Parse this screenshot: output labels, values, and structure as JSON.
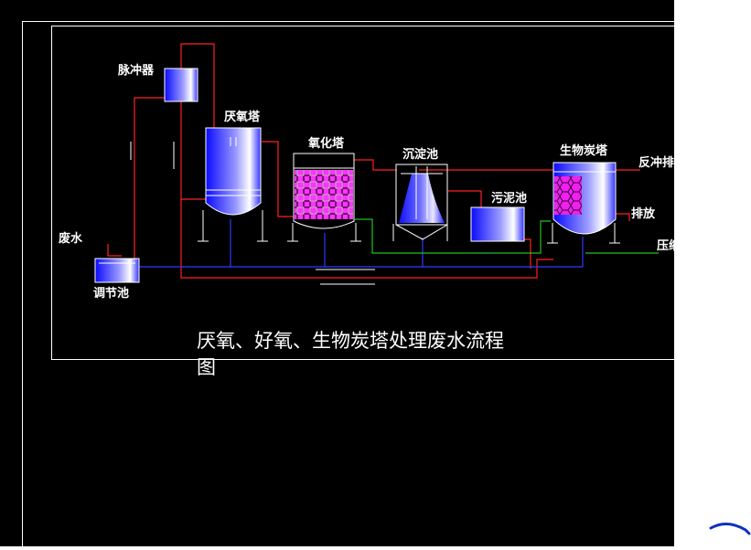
{
  "diagram": {
    "caption_line1": "厌氧、好氧、生物炭塔处理废水流程",
    "caption_line2": "图",
    "labels": {
      "pulser": "脉冲器",
      "anaerobic_tower": "厌氧塔",
      "oxidation_tower": "氧化塔",
      "sedimentation_tank": "沉淀池",
      "sludge_tank": "污泥池",
      "bio_carbon_tower": "生物炭塔",
      "backwash": "反冲排",
      "discharge": "排放",
      "wastewater": "废水",
      "regulating_tank": "调节池",
      "compressed": "压缩"
    },
    "colors": {
      "background": "#000000",
      "frame": "#ffffff",
      "pipe_red": "#ff2020",
      "pipe_blue": "#2a3cff",
      "pipe_green": "#20c020",
      "vessel_gradient_start": "#1010ff",
      "vessel_gradient_end": "#ffffff",
      "packing_magenta": "#ff00ff",
      "pen_stroke": "#1030c0"
    }
  }
}
